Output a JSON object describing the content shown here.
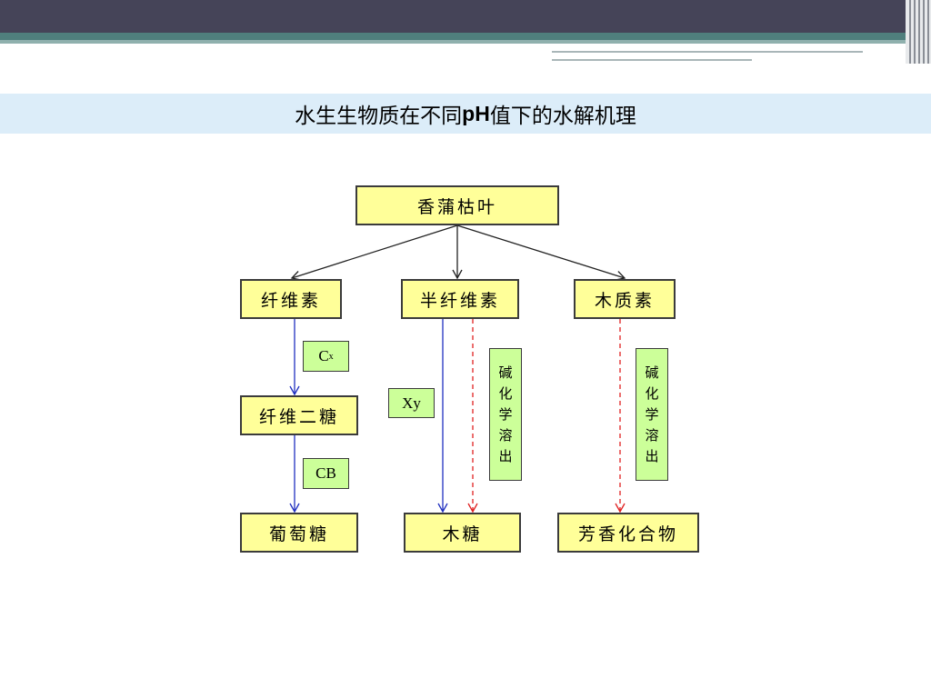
{
  "slide": {
    "title_before": "水生生物质在不同",
    "title_ph": "pH",
    "title_after": "值下的水解机理"
  },
  "diagram": {
    "root": "香蒲枯叶",
    "cellulose": "纤维素",
    "hemicellulose": "半纤维素",
    "lignin": "木质素",
    "cellobiose": "纤维二糖",
    "glucose": "葡萄糖",
    "xylose": "木糖",
    "aromatics": "芳香化合物",
    "enzyme_cx_main": "C",
    "enzyme_cx_sub": "x",
    "enzyme_cb": "CB",
    "enzyme_xy": "Xy",
    "alkali_label_1": [
      "碱",
      "化",
      "学",
      "溶",
      "出"
    ],
    "alkali_label_2": [
      "碱",
      "化",
      "学",
      "溶",
      "出"
    ]
  },
  "colors": {
    "node_fill": "#ffff99",
    "label_fill": "#ccff99",
    "enzyme_arrow": "#1f2fbf",
    "alkali_arrow": "#e02020",
    "header_dark": "#454458",
    "header_teal": "#4f7f7d",
    "title_band": "#dcedf9"
  }
}
